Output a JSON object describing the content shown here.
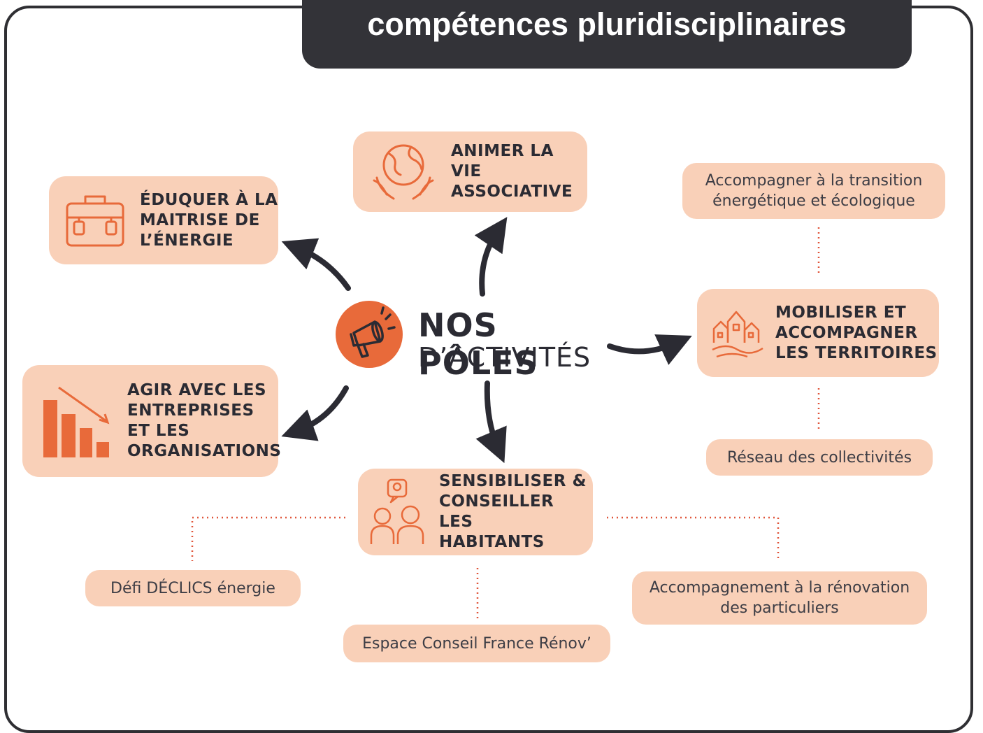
{
  "title": "compétences pluridisciplinaires",
  "center": {
    "line1": "NOS PÔLES",
    "line2": "D’ACTIVITÉS",
    "icon": "megaphone-icon"
  },
  "poles": {
    "animer": {
      "label": "ANIMER LA VIE\nASSOCIATIVE",
      "icon": "globe-hands-icon"
    },
    "eduquer": {
      "label": "ÉDUQUER À LA\nMAITRISE DE\nL’ÉNERGIE",
      "icon": "briefcase-icon"
    },
    "agir": {
      "label": "AGIR AVEC LES\nENTREPRISES\nET LES\nORGANISATIONS",
      "icon": "declining-bar-chart-icon"
    },
    "mobiliser": {
      "label": "MOBILISER ET\nACCOMPAGNER\nLES TERRITOIRES",
      "icon": "village-icon"
    },
    "sensibiliser": {
      "label": "SENSIBILISER &\nCONSEILLER LES\nHABITANTS",
      "icon": "people-idea-icon"
    }
  },
  "subitems": {
    "transition": "Accompagner à la transition\nénergétique et écologique",
    "reseau": "Réseau des collectivités",
    "defi": "Défi DÉCLICS énergie",
    "espace": "Espace Conseil France Rénov’",
    "renovation": "Accompagnement à la rénovation\ndes particuliers"
  },
  "colors": {
    "accent": "#e86a3a",
    "box": "#f9d0b8",
    "dark": "#2b2b33",
    "dotted": "#e0553a"
  }
}
